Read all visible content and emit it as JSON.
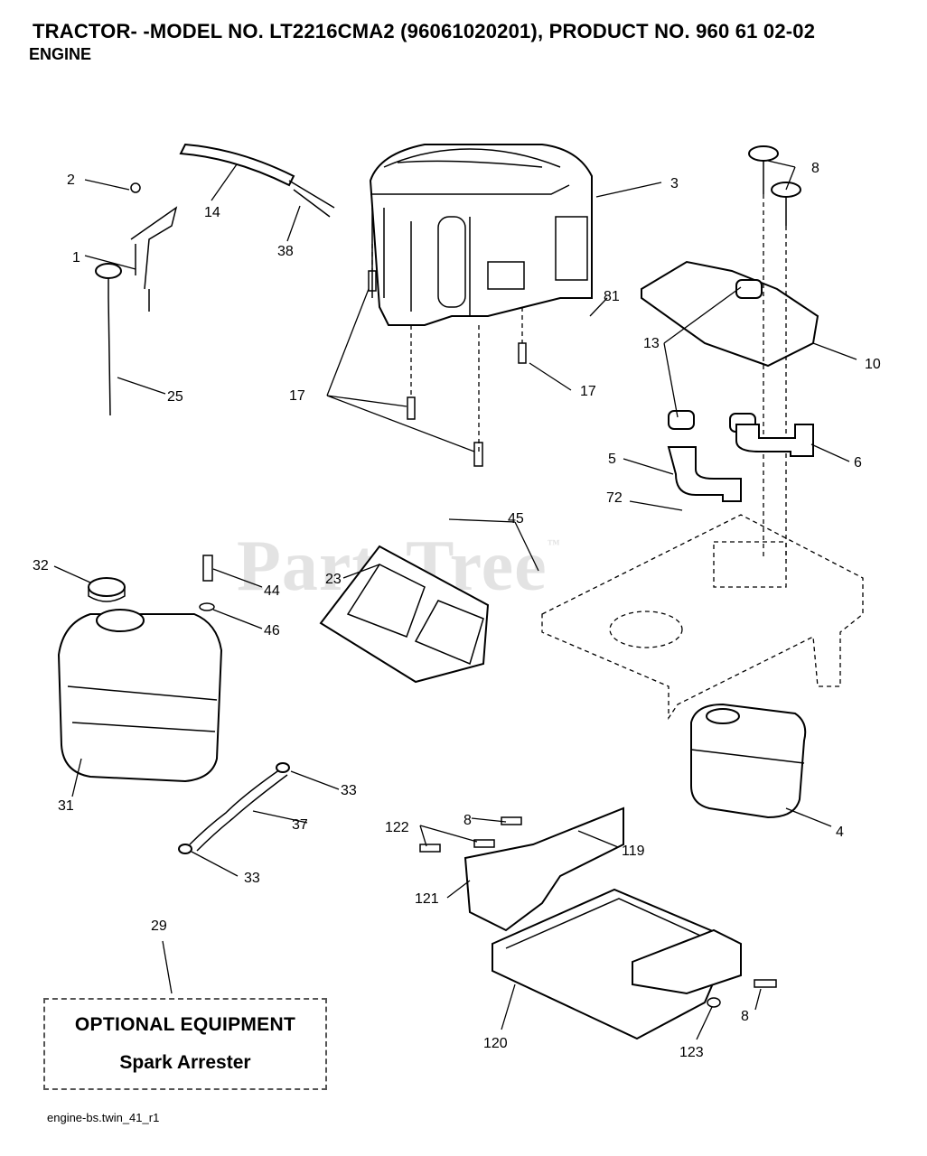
{
  "header": {
    "title": "TRACTOR- -MODEL NO. LT2216CMA2 (96061020201), PRODUCT NO. 960 61 02-02",
    "subtitle": "ENGINE"
  },
  "watermark": {
    "text": "PartsTree",
    "mark": "™"
  },
  "optional_box": {
    "title": "OPTIONAL EQUIPMENT",
    "subtitle": "Spark Arrester"
  },
  "footer": {
    "code": "engine-bs.twin_41_r1"
  },
  "callouts": [
    {
      "label": "1"
    },
    {
      "label": "2"
    },
    {
      "label": "3"
    },
    {
      "label": "4"
    },
    {
      "label": "5"
    },
    {
      "label": "6"
    },
    {
      "label": "8"
    },
    {
      "label": "8"
    },
    {
      "label": "8"
    },
    {
      "label": "10"
    },
    {
      "label": "13"
    },
    {
      "label": "14"
    },
    {
      "label": "17"
    },
    {
      "label": "17"
    },
    {
      "label": "23"
    },
    {
      "label": "25"
    },
    {
      "label": "29"
    },
    {
      "label": "31"
    },
    {
      "label": "32"
    },
    {
      "label": "33"
    },
    {
      "label": "33"
    },
    {
      "label": "37"
    },
    {
      "label": "38"
    },
    {
      "label": "44"
    },
    {
      "label": "45"
    },
    {
      "label": "46"
    },
    {
      "label": "72"
    },
    {
      "label": "81"
    },
    {
      "label": "119"
    },
    {
      "label": "120"
    },
    {
      "label": "121"
    },
    {
      "label": "122"
    },
    {
      "label": "123"
    }
  ]
}
